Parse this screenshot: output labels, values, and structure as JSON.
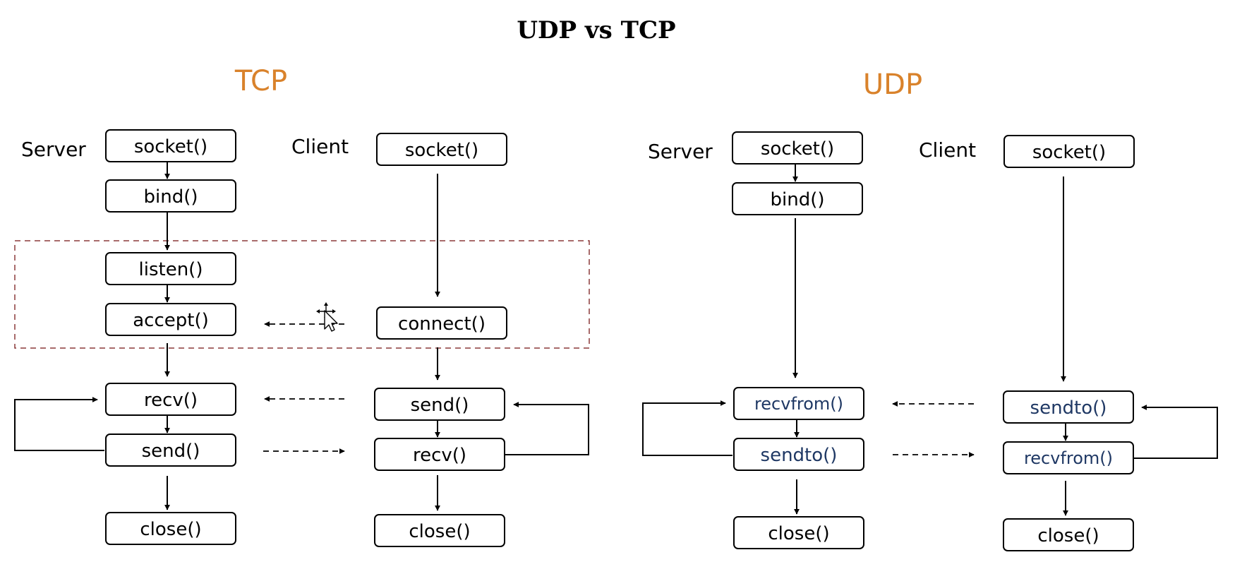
{
  "title": "UDP vs TCP",
  "accent_color": "#d9822b",
  "udp_call_color": "#1f3864",
  "dashed_group_color": "#8b3a3a",
  "tcp": {
    "heading": "TCP",
    "server_label": "Server",
    "client_label": "Client",
    "server_calls": [
      "socket()",
      "bind()",
      "listen()",
      "accept()",
      "recv()",
      "send()",
      "close()"
    ],
    "client_calls": [
      "socket()",
      "connect()",
      "send()",
      "recv()",
      "close()"
    ]
  },
  "udp": {
    "heading": "UDP",
    "server_label": "Server",
    "client_label": "Client",
    "server_calls": [
      "socket()",
      "bind()",
      "recvfrom()",
      "sendto()",
      "close()"
    ],
    "client_calls": [
      "socket()",
      "sendto()",
      "recvfrom()",
      "close()"
    ]
  },
  "cursor_icon": "move-cursor-icon"
}
